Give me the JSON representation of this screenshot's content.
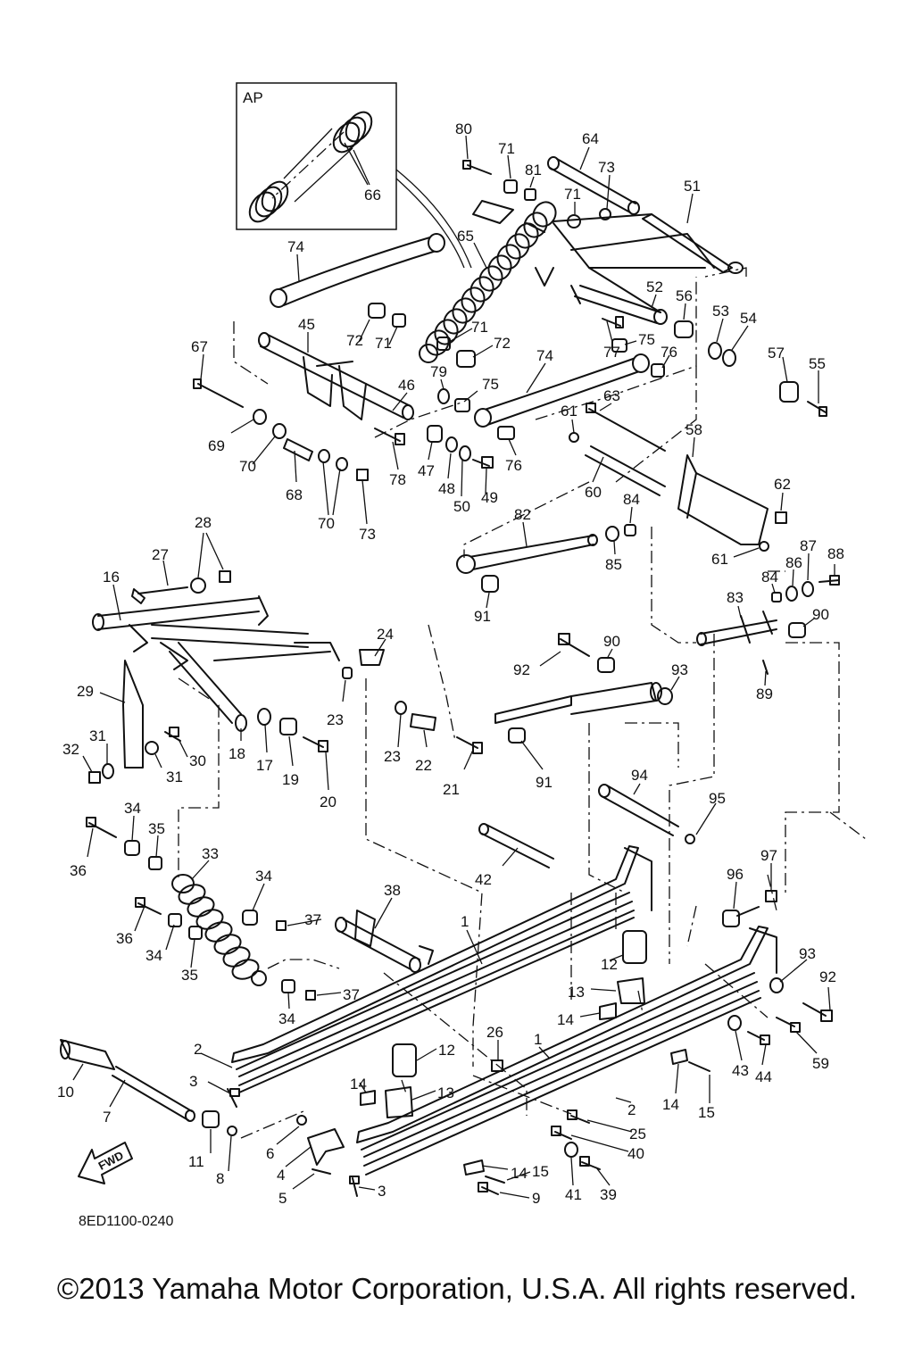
{
  "diagram": {
    "inset_label": "AP",
    "doc_code": "8ED1100-0240",
    "fwd_label": "FWD",
    "copyright": "©2013 Yamaha Motor Corporation, U.S.A. All rights reserved.",
    "callouts": [
      {
        "id": "c80",
        "text": "80"
      },
      {
        "id": "c71a",
        "text": "71"
      },
      {
        "id": "c64",
        "text": "64"
      },
      {
        "id": "c81",
        "text": "81"
      },
      {
        "id": "c73a",
        "text": "73"
      },
      {
        "id": "c51",
        "text": "51"
      },
      {
        "id": "c71b",
        "text": "71"
      },
      {
        "id": "c66",
        "text": "66"
      },
      {
        "id": "c74a",
        "text": "74"
      },
      {
        "id": "c65",
        "text": "65"
      },
      {
        "id": "c52",
        "text": "52"
      },
      {
        "id": "c56",
        "text": "56"
      },
      {
        "id": "c53",
        "text": "53"
      },
      {
        "id": "c54",
        "text": "54"
      },
      {
        "id": "c45",
        "text": "45"
      },
      {
        "id": "c72a",
        "text": "72"
      },
      {
        "id": "c71c",
        "text": "71"
      },
      {
        "id": "c71d",
        "text": "71"
      },
      {
        "id": "c72b",
        "text": "72"
      },
      {
        "id": "c77",
        "text": "77"
      },
      {
        "id": "c75a",
        "text": "75"
      },
      {
        "id": "c76a",
        "text": "76"
      },
      {
        "id": "c57",
        "text": "57"
      },
      {
        "id": "c55",
        "text": "55"
      },
      {
        "id": "c67",
        "text": "67"
      },
      {
        "id": "c74b",
        "text": "74"
      },
      {
        "id": "c79",
        "text": "79"
      },
      {
        "id": "c75b",
        "text": "75"
      },
      {
        "id": "c46",
        "text": "46"
      },
      {
        "id": "c63",
        "text": "63"
      },
      {
        "id": "c61a",
        "text": "61"
      },
      {
        "id": "c69",
        "text": "69"
      },
      {
        "id": "c70a",
        "text": "70"
      },
      {
        "id": "c47",
        "text": "47"
      },
      {
        "id": "c48",
        "text": "48"
      },
      {
        "id": "c78",
        "text": "78"
      },
      {
        "id": "c50",
        "text": "50"
      },
      {
        "id": "c49",
        "text": "49"
      },
      {
        "id": "c76b",
        "text": "76"
      },
      {
        "id": "c58",
        "text": "58"
      },
      {
        "id": "c68",
        "text": "68"
      },
      {
        "id": "c60",
        "text": "60"
      },
      {
        "id": "c70b",
        "text": "70"
      },
      {
        "id": "c73b",
        "text": "73"
      },
      {
        "id": "c62",
        "text": "62"
      },
      {
        "id": "c84a",
        "text": "84"
      },
      {
        "id": "c28",
        "text": "28"
      },
      {
        "id": "c82",
        "text": "82"
      },
      {
        "id": "c85",
        "text": "85"
      },
      {
        "id": "c27",
        "text": "27"
      },
      {
        "id": "c87",
        "text": "87"
      },
      {
        "id": "c88",
        "text": "88"
      },
      {
        "id": "c61b",
        "text": "61"
      },
      {
        "id": "c86",
        "text": "86"
      },
      {
        "id": "c16",
        "text": "16"
      },
      {
        "id": "c84b",
        "text": "84"
      },
      {
        "id": "c91a",
        "text": "91"
      },
      {
        "id": "c83",
        "text": "83"
      },
      {
        "id": "c90a",
        "text": "90"
      },
      {
        "id": "c24",
        "text": "24"
      },
      {
        "id": "c90b",
        "text": "90"
      },
      {
        "id": "c92a",
        "text": "92"
      },
      {
        "id": "c93a",
        "text": "93"
      },
      {
        "id": "c89",
        "text": "89"
      },
      {
        "id": "c29",
        "text": "29"
      },
      {
        "id": "c23a",
        "text": "23"
      },
      {
        "id": "c31a",
        "text": "31"
      },
      {
        "id": "c32",
        "text": "32"
      },
      {
        "id": "c30",
        "text": "30"
      },
      {
        "id": "c18",
        "text": "18"
      },
      {
        "id": "c17",
        "text": "17"
      },
      {
        "id": "c23b",
        "text": "23"
      },
      {
        "id": "c22",
        "text": "22"
      },
      {
        "id": "c31b",
        "text": "31"
      },
      {
        "id": "c19",
        "text": "19"
      },
      {
        "id": "c21",
        "text": "21"
      },
      {
        "id": "c91b",
        "text": "91"
      },
      {
        "id": "c20",
        "text": "20"
      },
      {
        "id": "c94",
        "text": "94"
      },
      {
        "id": "c34a",
        "text": "34"
      },
      {
        "id": "c35a",
        "text": "35"
      },
      {
        "id": "c95",
        "text": "95"
      },
      {
        "id": "c36a",
        "text": "36"
      },
      {
        "id": "c33",
        "text": "33"
      },
      {
        "id": "c42",
        "text": "42"
      },
      {
        "id": "c97",
        "text": "97"
      },
      {
        "id": "c96",
        "text": "96"
      },
      {
        "id": "c34b",
        "text": "34"
      },
      {
        "id": "c38",
        "text": "38"
      },
      {
        "id": "c37a",
        "text": "37"
      },
      {
        "id": "c36b",
        "text": "36"
      },
      {
        "id": "c1a",
        "text": "1"
      },
      {
        "id": "c34c",
        "text": "34"
      },
      {
        "id": "c12a",
        "text": "12"
      },
      {
        "id": "c35b",
        "text": "35"
      },
      {
        "id": "c93b",
        "text": "93"
      },
      {
        "id": "c92b",
        "text": "92"
      },
      {
        "id": "c13a",
        "text": "13"
      },
      {
        "id": "c37b",
        "text": "37"
      },
      {
        "id": "c34d",
        "text": "34"
      },
      {
        "id": "c14a",
        "text": "14"
      },
      {
        "id": "c1b",
        "text": "1"
      },
      {
        "id": "c26",
        "text": "26"
      },
      {
        "id": "c43",
        "text": "43"
      },
      {
        "id": "c44",
        "text": "44"
      },
      {
        "id": "c59",
        "text": "59"
      },
      {
        "id": "c2a",
        "text": "2"
      },
      {
        "id": "c12b",
        "text": "12"
      },
      {
        "id": "c3a",
        "text": "3"
      },
      {
        "id": "c10",
        "text": "10"
      },
      {
        "id": "c14b",
        "text": "14"
      },
      {
        "id": "c13b",
        "text": "13"
      },
      {
        "id": "c2b",
        "text": "2"
      },
      {
        "id": "c14c",
        "text": "14"
      },
      {
        "id": "c15a",
        "text": "15"
      },
      {
        "id": "c7",
        "text": "7"
      },
      {
        "id": "c6",
        "text": "6"
      },
      {
        "id": "c25",
        "text": "25"
      },
      {
        "id": "c11",
        "text": "11"
      },
      {
        "id": "c40",
        "text": "40"
      },
      {
        "id": "c4",
        "text": "4"
      },
      {
        "id": "c8",
        "text": "8"
      },
      {
        "id": "c14d",
        "text": "14"
      },
      {
        "id": "c15b",
        "text": "15"
      },
      {
        "id": "c5",
        "text": "5"
      },
      {
        "id": "c3b",
        "text": "3"
      },
      {
        "id": "c9",
        "text": "9"
      },
      {
        "id": "c41",
        "text": "41"
      },
      {
        "id": "c39",
        "text": "39"
      }
    ]
  }
}
